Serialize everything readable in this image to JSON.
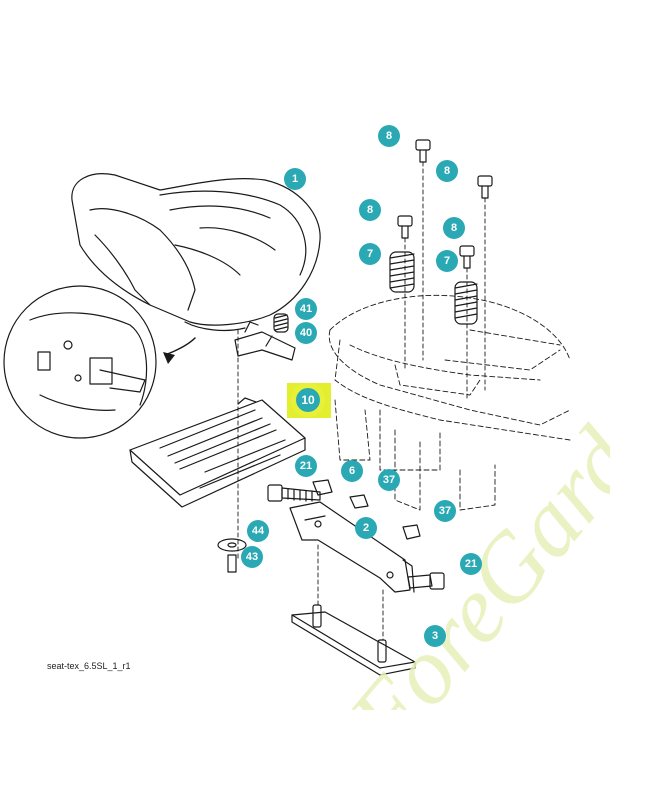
{
  "caption": "seat-tex_6.5SL_1_r1",
  "watermark": "ForeGarden.com",
  "colors": {
    "callout": "#2aa9b4",
    "highlight": "#e3ee2f",
    "watermark": "#e6f0b8",
    "line": "#1a1a1a"
  },
  "callouts": {
    "c1": "1",
    "c2": "2",
    "c3": "3",
    "c6": "6",
    "c7a": "7",
    "c7b": "7",
    "c8a": "8",
    "c8b": "8",
    "c8c": "8",
    "c8d": "8",
    "c10": "10",
    "c21a": "21",
    "c21b": "21",
    "c37a": "37",
    "c37b": "37",
    "c40": "40",
    "c41": "41",
    "c43": "43",
    "c44": "44"
  }
}
